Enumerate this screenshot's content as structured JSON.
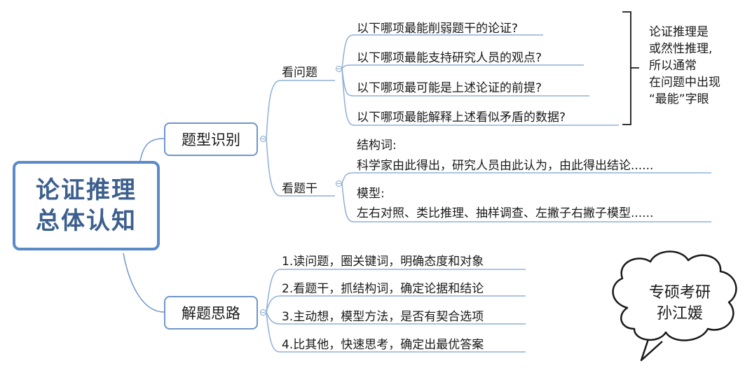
{
  "root": {
    "line1": "论证推理",
    "line2": "总体认知"
  },
  "branches": {
    "type_identify": {
      "label": "题型识别",
      "look_question": {
        "label": "看问题",
        "items": [
          "以下哪项最能削弱题干的论证?",
          "以下哪项最能支持研究人员的观点?",
          "以下哪项最可能是上述论证的前提?",
          "以下哪项最能解释上述看似矛盾的数据?"
        ]
      },
      "look_stem": {
        "label": "看题干",
        "structure_title": "结构词:",
        "structure_text": "科学家由此得出，研究人员由此认为，由此得出结论......",
        "model_title": "模型:",
        "model_text": "左右对照、类比推理、抽样调查、左撇子右撇子模型......"
      }
    },
    "solve": {
      "label": "解题思路",
      "steps": [
        "1.读问题，圈关键词，明确态度和对象",
        "2.看题干，抓结构词，确定论据和结论",
        "3.主动想，模型方法，是否有契合选项",
        "4.比其他，快速思考，确定出最优答案"
      ]
    }
  },
  "note": {
    "lines": [
      "论证推理是",
      "或然性推理,",
      "所以通常",
      "在问题中出现",
      "“最能”字眼"
    ]
  },
  "cloud": {
    "line1": "专硕考研",
    "line2": "孙江媛"
  },
  "colors": {
    "line": "#6f96c9",
    "root_border": "#5b8ac8",
    "root_text": "#3c5f8e"
  }
}
